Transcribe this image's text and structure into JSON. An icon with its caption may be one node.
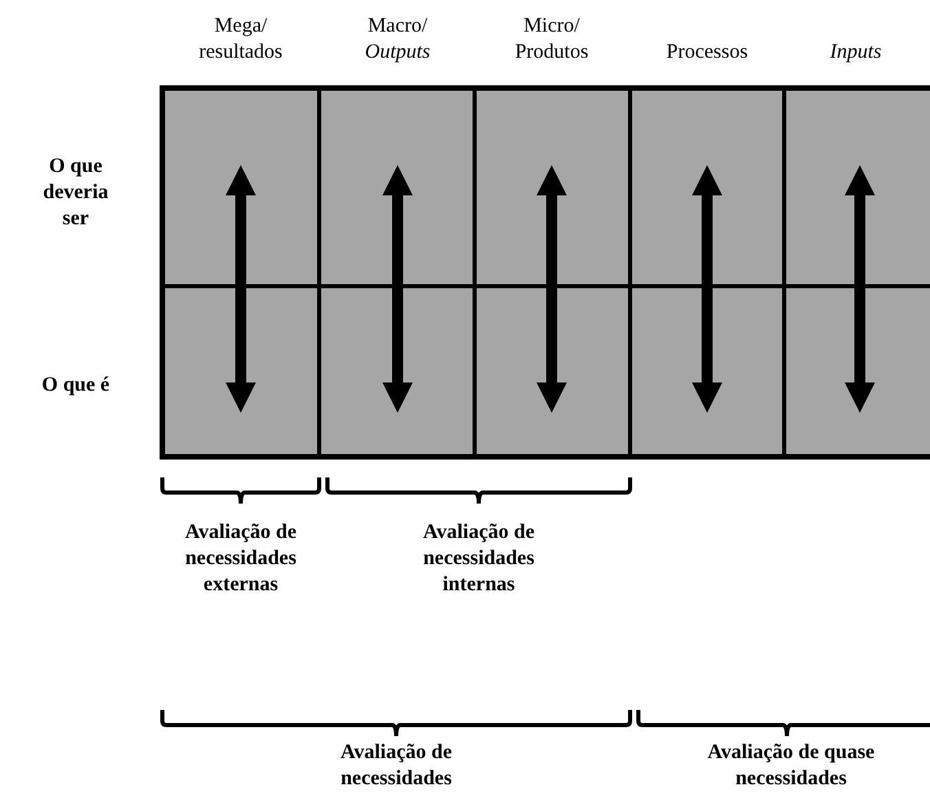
{
  "diagram": {
    "labels": [
      "Mega/ resultados",
      "Macro/ *Outputs*",
      "Micro/ Produtos",
      "Processos",
      "Inputs",
      "O que deveria ser",
      "O que é",
      "Avaliação de necessidades externas",
      "Avaliação de necessidades internas",
      "Avaliação de necessidades",
      "Avaliação de quase necessidades"
    ]
  }
}
